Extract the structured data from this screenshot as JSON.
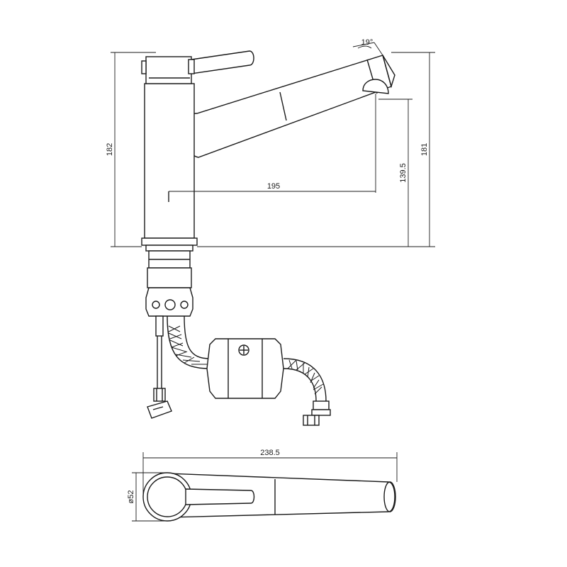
{
  "drawing": {
    "dimensions": {
      "total_height": "182",
      "spout_angle": "19°",
      "spout_height": "181",
      "outlet_height": "139.5",
      "spout_reach": "195",
      "total_length": "238.5",
      "base_diameter": "ø52"
    }
  }
}
